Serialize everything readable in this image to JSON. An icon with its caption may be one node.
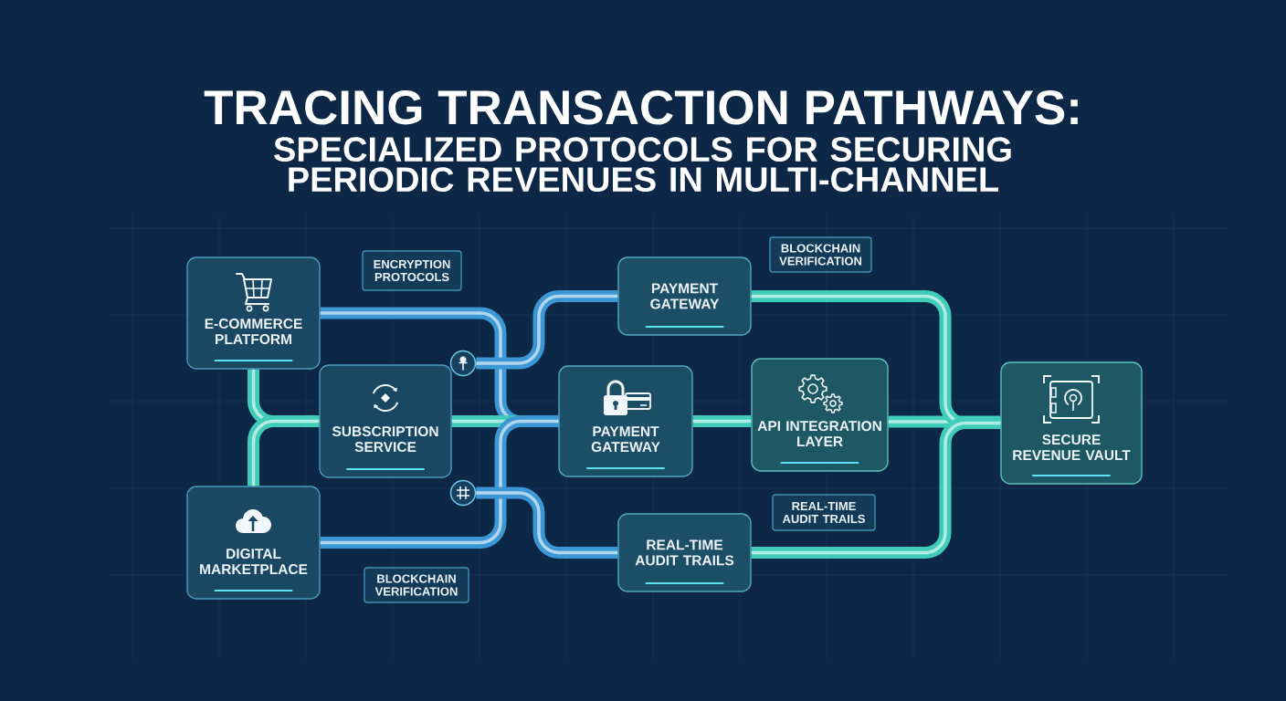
{
  "diagram": {
    "title": "TRACING TRANSACTION PATHWAYS:",
    "nodes": [
      {
        "text": [
          "E-COMMERCE PLATFORM"
        ]
      },
      {
        "text": [
          "SUBSCRIPTION SERVICE"
        ]
      },
      {
        "text": [
          "DIGITAL MARKETPLACE"
        ]
      },
      {
        "text": [
          "PAYMENT GATEWAY"
        ]
      },
      {
        "text": [
          "PAYMENT GATEWAY"
        ]
      },
      {
        "text": [
          "API INTEGRATION LAYER"
        ]
      },
      {
        "text": [
          "SECURE REVENUE VAULT"
        ]
      },
      {
        "text": [
          "REAL-TIME AUDIT TRAILS"
        ]
      },
      {
        "text": [],
        "shape": "circle"
      },
      {
        "text": [],
        "shape": "circle"
      },
      {
        "text": [
          "ENCRYPTION PROTOCOLS"
        ]
      },
      {
        "text": [
          "BLOCKCHAIN VERIFICATION"
        ]
      },
      {
        "text": [
          "REAL-TIME AUDIT TRAILS"
        ]
      },
      {
        "text": [
          "BLOCKCHAIN VERIFICATION"
        ]
      }
    ],
    "edges": [
      {
        "from": 0,
        "to": 4,
        "arrow": "none",
        "color": "#3b98d4"
      },
      {
        "from": 0,
        "to": 1,
        "arrow": "none"
      },
      {
        "from": 2,
        "to": 1,
        "arrow": "none"
      },
      {
        "from": 1,
        "to": 4,
        "arrow": "none"
      },
      {
        "from": 2,
        "to": 4,
        "arrow": "none",
        "color": "#3b98d4"
      },
      {
        "from": 8,
        "to": 3,
        "arrow": "none",
        "color": "#3b98d4"
      },
      {
        "from": 9,
        "to": 7,
        "arrow": "none",
        "color": "#3b98d4"
      },
      {
        "from": 4,
        "to": 5,
        "arrow": "none"
      },
      {
        "from": 5,
        "to": 6,
        "arrow": "none"
      },
      {
        "from": 3,
        "to": 6,
        "arrow": "none"
      },
      {
        "from": 7,
        "to": 6,
        "arrow": "none"
      }
    ],
    "labels": [
      "SPECIALIZED PROTOCOLS FOR SECURING PERIODIC REVENUES IN MULTI-CHANNEL"
    ]
  }
}
